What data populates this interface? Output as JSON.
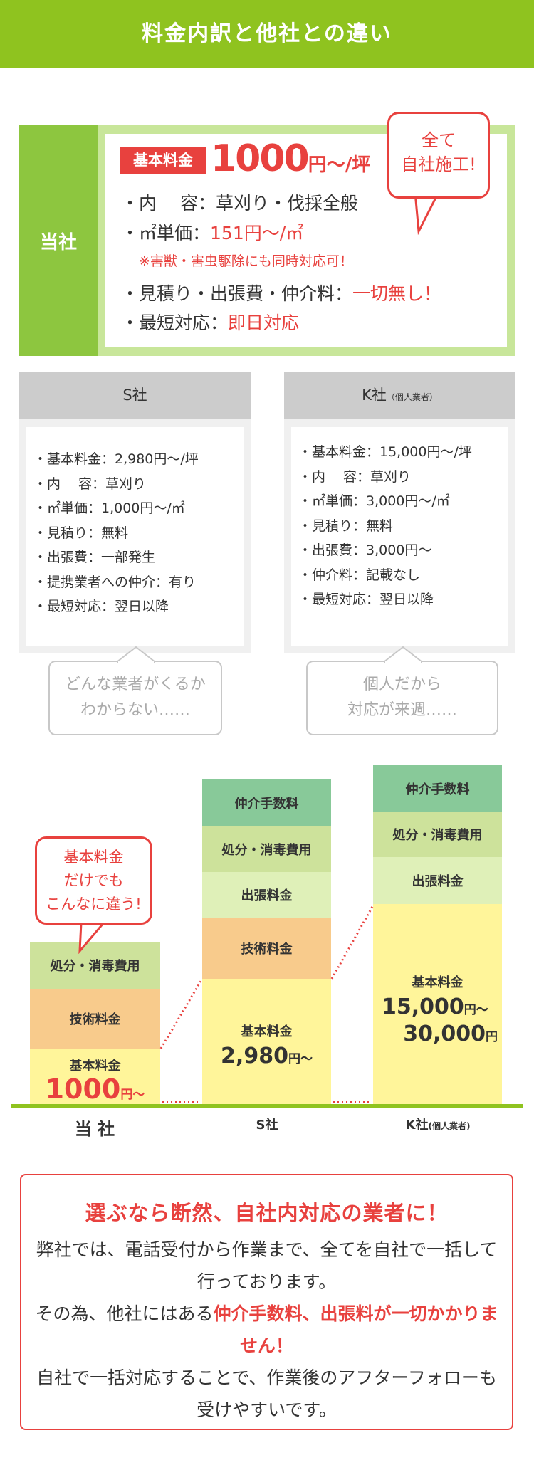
{
  "header": {
    "title": "料金内訳と他社との違い"
  },
  "ours": {
    "label": "当社",
    "badge": "基本料金",
    "price": "1000",
    "price_unit": "円〜/坪",
    "bubble": [
      "全て",
      "自社施工!"
    ],
    "lines": [
      {
        "label": "・内　 容：",
        "value": "草刈り・伐採全般"
      },
      {
        "label": "・㎡単価：",
        "value": "151円〜/㎡"
      },
      {
        "note": "※害獣・害虫駆除にも同時対応可！"
      },
      {
        "label": "・見積り・出張費・仲介料：",
        "value": "一切無し！"
      },
      {
        "label": "・最短対応：",
        "value": "即日対応"
      }
    ]
  },
  "s_company": {
    "name": "S社",
    "items": [
      "・基本料金：2,980円〜/坪",
      "・内　 容：草刈り",
      "・㎡単価：1,000円〜/㎡",
      "・見積り：無料",
      "・出張費：一部発生",
      "・提携業者への仲介：有り",
      "・最短対応：翌日以降"
    ],
    "comment": [
      "どんな業者がくるか",
      "わからない……"
    ]
  },
  "k_company": {
    "name": "K社",
    "sub": "（個人業者）",
    "items": [
      "・基本料金：15,000円〜/坪",
      "・内　 容：草刈り",
      "・㎡単価：3,000円〜/㎡",
      "・見積り：無料",
      "・出張費：3,000円〜",
      "・仲介料：記載なし",
      "・最短対応：翌日以降"
    ],
    "comment": [
      "個人だから",
      "対応が来週……"
    ]
  },
  "chart": {
    "bubble": [
      "基本料金",
      "だけでも",
      "こんなに違う!"
    ],
    "bars": [
      {
        "label": "当 社",
        "segments": {
          "disposal": "処分・消毒費用",
          "tech": "技術料金",
          "base": "基本料金"
        },
        "base_price": "1000",
        "base_unit": "円〜"
      },
      {
        "label": "S社",
        "segments": {
          "broker": "仲介手数料",
          "disposal": "処分・消毒費用",
          "travel": "出張料金",
          "tech": "技術料金",
          "base": "基本料金"
        },
        "base_price": "2,980",
        "base_unit": "円〜"
      },
      {
        "label": "K社",
        "sublabel": "(個人業者)",
        "segments": {
          "broker": "仲介手数料",
          "disposal": "処分・消毒費用",
          "travel": "出張料金",
          "base": "基本料金"
        },
        "base_price": "15,000",
        "base_unit": "円〜",
        "base_price2": "30,000",
        "base_unit2": "円"
      }
    ]
  },
  "cta": {
    "title": "選ぶなら断然、自社内対応の業者に！",
    "p1": "弊社では、電話受付から作業まで、全てを自社で一括して行っております。",
    "p2a": "その為、他社にはある",
    "p2b": "仲介手数料、出張料が一切かかりません！",
    "p3": "自社で一括対応することで、作業後のアフターフォローも受けやすいです。"
  }
}
